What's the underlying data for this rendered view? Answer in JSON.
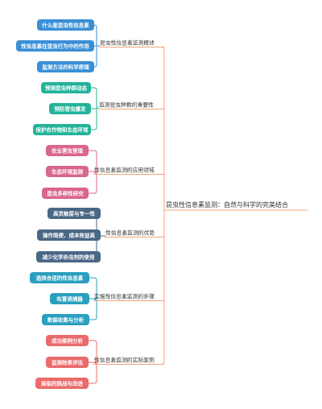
{
  "root": {
    "label": "昆虫性信息素监测：自然与科学的完美结合"
  },
  "branches": [
    {
      "label": "昆虫性信息素监测概述",
      "color": "#3a8fd6",
      "leaves": [
        "什么是昆虫性信息素",
        "性信息素在昆虫行为中的作用",
        "监测方法的科学原理"
      ]
    },
    {
      "label": "监测昆虫种群的重要性",
      "color": "#24b39a",
      "leaves": [
        "预测昆虫种群动态",
        "预防害虫爆发",
        "保护农作物和生态环境"
      ]
    },
    {
      "label": "性信息素监测的应用领域",
      "color": "#d9668e",
      "leaves": [
        "农业害虫管理",
        "生态环境监测",
        "昆虫多样性研究"
      ]
    },
    {
      "label": "性信息素监测的优势",
      "color": "#4a6785",
      "leaves": [
        "高灵敏度与专一性",
        "操作简便、成本效益高",
        "减少化学杀虫剂的使用"
      ]
    },
    {
      "label": "实施性信息素监测的步骤",
      "color": "#2b9fbf",
      "leaves": [
        "选择合适的性信息素",
        "布置诱捕器",
        "数据收集与分析"
      ]
    },
    {
      "label": "性信息素监测的实际案例",
      "color": "#ea6b6b",
      "leaves": [
        "成功案例分析",
        "监测效果评估",
        "面临的挑战与改进"
      ]
    }
  ],
  "connector_color": "#f0a57a"
}
